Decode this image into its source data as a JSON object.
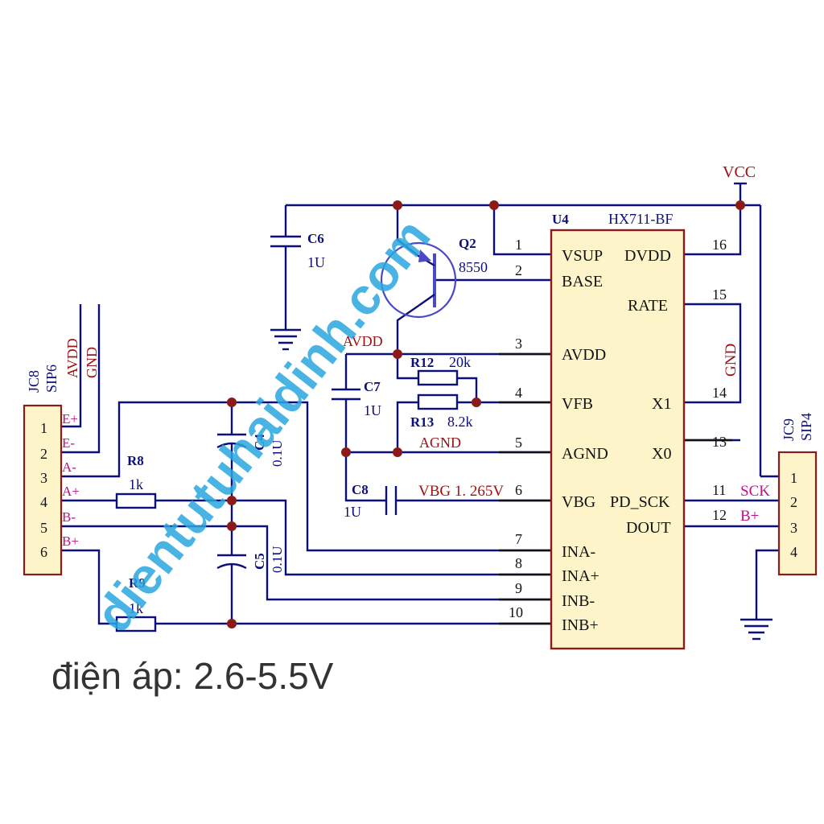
{
  "chip": {
    "ref": "U4",
    "part": "HX711-BF",
    "left_pins": [
      {
        "num": "1",
        "name": "VSUP"
      },
      {
        "num": "2",
        "name": "BASE"
      },
      {
        "num": "3",
        "name": "AVDD"
      },
      {
        "num": "4",
        "name": "VFB"
      },
      {
        "num": "5",
        "name": "AGND"
      },
      {
        "num": "6",
        "name": "VBG"
      },
      {
        "num": "7",
        "name": "INA-"
      },
      {
        "num": "8",
        "name": "INA+"
      },
      {
        "num": "9",
        "name": "INB-"
      },
      {
        "num": "10",
        "name": "INB+"
      }
    ],
    "right_pins": [
      {
        "num": "16",
        "name": "DVDD"
      },
      {
        "num": "15",
        "name": "RATE"
      },
      {
        "num": "14",
        "name": "X1"
      },
      {
        "num": "13",
        "name": "X0"
      },
      {
        "num": "11",
        "name": "PD_SCK"
      },
      {
        "num": "12",
        "name": "DOUT"
      }
    ]
  },
  "connectors": {
    "jc8": {
      "ref": "JC8",
      "type": "SIP6",
      "pins": [
        "1",
        "2",
        "3",
        "4",
        "5",
        "6"
      ],
      "signals": [
        "E+",
        "E-",
        "A-",
        "A+",
        "B-",
        "B+"
      ],
      "power_labels": [
        "AVDD",
        "GND"
      ]
    },
    "jc9": {
      "ref": "JC9",
      "type": "SIP4",
      "pins": [
        "1",
        "2",
        "3",
        "4"
      ],
      "signals": [
        "SCK",
        "B+"
      ]
    }
  },
  "components": {
    "c6": {
      "ref": "C6",
      "value": "1U"
    },
    "c7": {
      "ref": "C7",
      "value": "1U"
    },
    "c8": {
      "ref": "C8",
      "value": "1U"
    },
    "c4": {
      "ref": "C4",
      "value": "0.1U"
    },
    "c5": {
      "ref": "C5",
      "value": "0.1U"
    },
    "r8": {
      "ref": "R8",
      "value": "1k"
    },
    "r9": {
      "ref": "R9",
      "value": "1k"
    },
    "r12": {
      "ref": "R12",
      "value": "20k"
    },
    "r13": {
      "ref": "R13",
      "value": "8.2k"
    },
    "q2": {
      "ref": "Q2",
      "value": "8550"
    }
  },
  "nets": {
    "vcc": "VCC",
    "avdd": "AVDD",
    "agnd": "AGND",
    "vbg": "VBG 1. 265V",
    "gnd": "GND"
  },
  "watermark": "dientutuhaidinh.com",
  "footer": "điện áp: 2.6-5.5V",
  "colors": {
    "wire": "#0b0f7a",
    "junction": "#8b1a1a",
    "chip_fill": "#fdf5c9",
    "net_label": "#a01010",
    "pin_signal": "#c0108a",
    "watermark": "#2aa7e0"
  }
}
